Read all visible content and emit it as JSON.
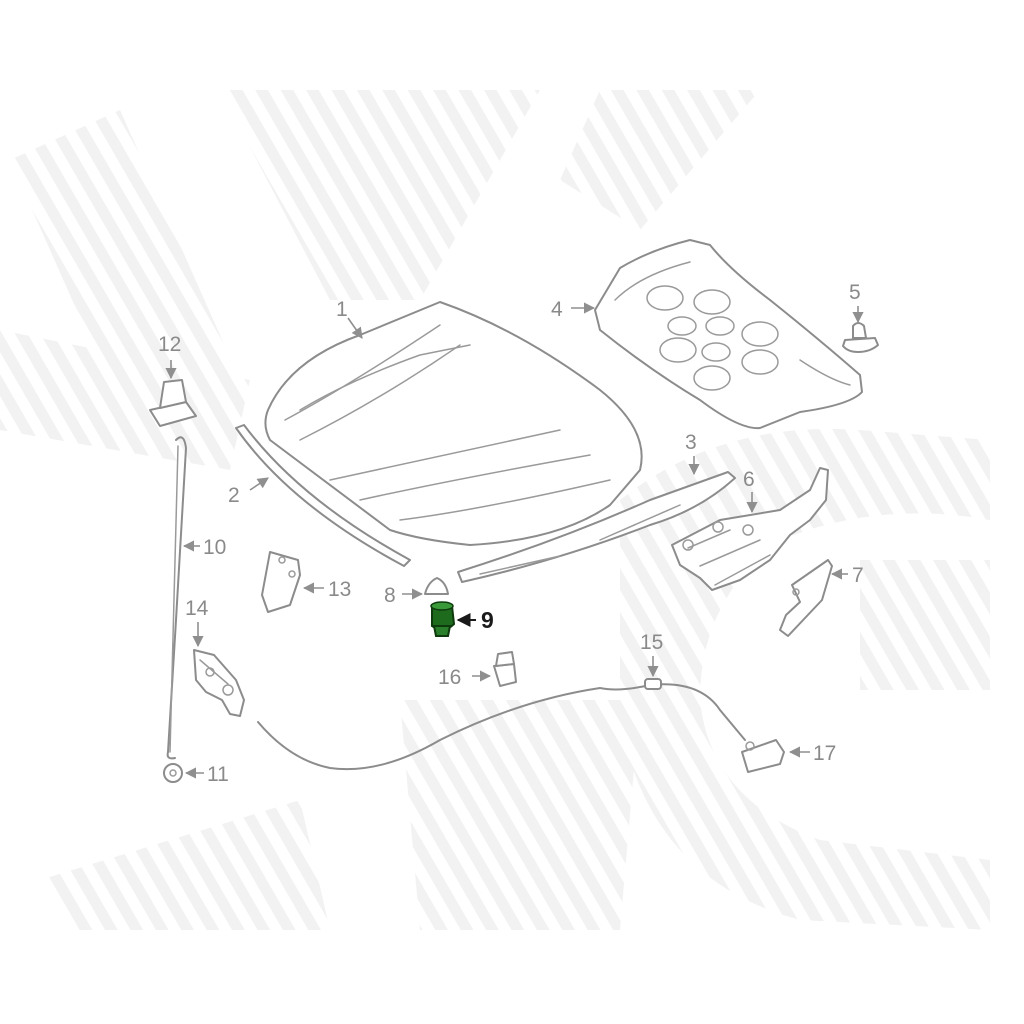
{
  "diagram": {
    "highlight_color": "#1e6b1e",
    "line_color": "#8c8c8c",
    "highlighted_part": "9",
    "callouts": [
      "1",
      "2",
      "3",
      "4",
      "5",
      "6",
      "7",
      "8",
      "9",
      "10",
      "11",
      "12",
      "13",
      "14",
      "15",
      "16",
      "17"
    ]
  }
}
